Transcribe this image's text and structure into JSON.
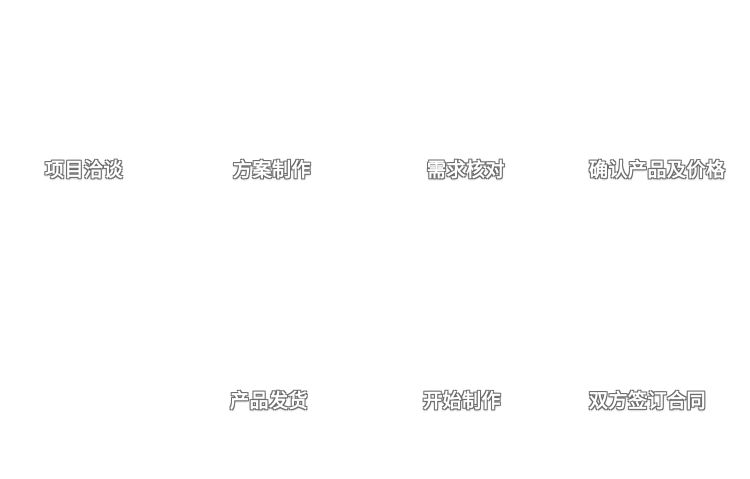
{
  "diagram": {
    "type": "process-flow",
    "steps": [
      {
        "label": "项目洽谈",
        "order": 1,
        "row": "top",
        "slot": 1
      },
      {
        "label": "方案制作",
        "order": 2,
        "row": "top",
        "slot": 2
      },
      {
        "label": "需求核对",
        "order": 3,
        "row": "top",
        "slot": 3
      },
      {
        "label": "确认产品及价格",
        "order": 4,
        "row": "top",
        "slot": 4
      },
      {
        "label": "双方签订合同",
        "order": 5,
        "row": "bottom",
        "slot": 4
      },
      {
        "label": "开始制作",
        "order": 6,
        "row": "bottom",
        "slot": 3
      },
      {
        "label": "产品发货",
        "order": 7,
        "row": "bottom",
        "slot": 2
      }
    ]
  },
  "colors": {
    "background": "#ffffff",
    "label_fill": "#ffffff",
    "label_outline": "#6b6b6b"
  }
}
